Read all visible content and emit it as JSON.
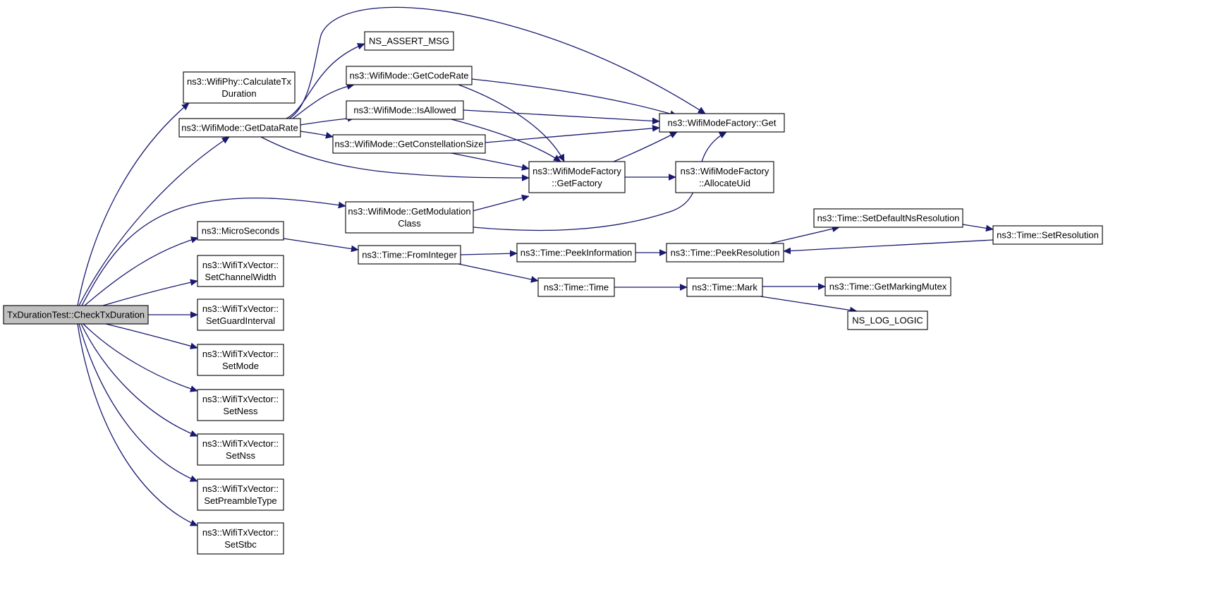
{
  "graph": {
    "nodes": [
      {
        "id": "root",
        "lines": [
          "TxDurationTest::CheckTxDuration"
        ],
        "root": true
      },
      {
        "id": "calc_tx_duration",
        "lines": [
          "ns3::WifiPhy::CalculateTx",
          "Duration"
        ]
      },
      {
        "id": "get_data_rate",
        "lines": [
          "ns3::WifiMode::GetDataRate"
        ]
      },
      {
        "id": "ns_assert_msg",
        "lines": [
          "NS_ASSERT_MSG"
        ]
      },
      {
        "id": "get_code_rate",
        "lines": [
          "ns3::WifiMode::GetCodeRate"
        ]
      },
      {
        "id": "is_allowed",
        "lines": [
          "ns3::WifiMode::IsAllowed"
        ]
      },
      {
        "id": "get_constellation_size",
        "lines": [
          "ns3::WifiMode::GetConstellationSize"
        ]
      },
      {
        "id": "get_modulation_class",
        "lines": [
          "ns3::WifiMode::GetModulation",
          "Class"
        ]
      },
      {
        "id": "factory_get",
        "lines": [
          "ns3::WifiModeFactory::Get"
        ]
      },
      {
        "id": "factory_get_factory",
        "lines": [
          "ns3::WifiModeFactory",
          "::GetFactory"
        ]
      },
      {
        "id": "factory_allocate_uid",
        "lines": [
          "ns3::WifiModeFactory",
          "::AllocateUid"
        ]
      },
      {
        "id": "micro_seconds",
        "lines": [
          "ns3::MicroSeconds"
        ]
      },
      {
        "id": "time_from_integer",
        "lines": [
          "ns3::Time::FromInteger"
        ]
      },
      {
        "id": "time_peek_information",
        "lines": [
          "ns3::Time::PeekInformation"
        ]
      },
      {
        "id": "time_peek_resolution",
        "lines": [
          "ns3::Time::PeekResolution"
        ]
      },
      {
        "id": "time_set_default_ns_resolution",
        "lines": [
          "ns3::Time::SetDefaultNsResolution"
        ]
      },
      {
        "id": "time_set_resolution",
        "lines": [
          "ns3::Time::SetResolution"
        ]
      },
      {
        "id": "time_time",
        "lines": [
          "ns3::Time::Time"
        ]
      },
      {
        "id": "time_mark",
        "lines": [
          "ns3::Time::Mark"
        ]
      },
      {
        "id": "time_get_marking_mutex",
        "lines": [
          "ns3::Time::GetMarkingMutex"
        ]
      },
      {
        "id": "ns_log_logic",
        "lines": [
          "NS_LOG_LOGIC"
        ]
      },
      {
        "id": "set_channel_width",
        "lines": [
          "ns3::WifiTxVector::",
          "SetChannelWidth"
        ]
      },
      {
        "id": "set_guard_interval",
        "lines": [
          "ns3::WifiTxVector::",
          "SetGuardInterval"
        ]
      },
      {
        "id": "set_mode",
        "lines": [
          "ns3::WifiTxVector::",
          "SetMode"
        ]
      },
      {
        "id": "set_ness",
        "lines": [
          "ns3::WifiTxVector::",
          "SetNess"
        ]
      },
      {
        "id": "set_nss",
        "lines": [
          "ns3::WifiTxVector::",
          "SetNss"
        ]
      },
      {
        "id": "set_preamble_type",
        "lines": [
          "ns3::WifiTxVector::",
          "SetPreambleType"
        ]
      },
      {
        "id": "set_stbc",
        "lines": [
          "ns3::WifiTxVector::",
          "SetStbc"
        ]
      }
    ],
    "edges": [
      {
        "from": "root",
        "to": "calc_tx_duration"
      },
      {
        "from": "root",
        "to": "get_data_rate"
      },
      {
        "from": "root",
        "to": "get_modulation_class"
      },
      {
        "from": "root",
        "to": "micro_seconds"
      },
      {
        "from": "root",
        "to": "set_channel_width"
      },
      {
        "from": "root",
        "to": "set_guard_interval"
      },
      {
        "from": "root",
        "to": "set_mode"
      },
      {
        "from": "root",
        "to": "set_ness"
      },
      {
        "from": "root",
        "to": "set_nss"
      },
      {
        "from": "root",
        "to": "set_preamble_type"
      },
      {
        "from": "root",
        "to": "set_stbc"
      },
      {
        "from": "get_data_rate",
        "to": "ns_assert_msg"
      },
      {
        "from": "get_data_rate",
        "to": "get_code_rate"
      },
      {
        "from": "get_data_rate",
        "to": "is_allowed"
      },
      {
        "from": "get_data_rate",
        "to": "get_constellation_size"
      },
      {
        "from": "get_data_rate",
        "to": "factory_get"
      },
      {
        "from": "get_data_rate",
        "to": "factory_get_factory"
      },
      {
        "from": "get_code_rate",
        "to": "factory_get"
      },
      {
        "from": "get_code_rate",
        "to": "factory_get_factory"
      },
      {
        "from": "is_allowed",
        "to": "factory_get"
      },
      {
        "from": "is_allowed",
        "to": "factory_get_factory"
      },
      {
        "from": "get_constellation_size",
        "to": "factory_get"
      },
      {
        "from": "get_constellation_size",
        "to": "factory_get_factory"
      },
      {
        "from": "get_modulation_class",
        "to": "factory_get_factory"
      },
      {
        "from": "get_modulation_class",
        "to": "factory_get"
      },
      {
        "from": "factory_get_factory",
        "to": "factory_get"
      },
      {
        "from": "factory_get_factory",
        "to": "factory_allocate_uid"
      },
      {
        "from": "micro_seconds",
        "to": "time_from_integer"
      },
      {
        "from": "time_from_integer",
        "to": "time_peek_information"
      },
      {
        "from": "time_from_integer",
        "to": "time_time"
      },
      {
        "from": "time_peek_information",
        "to": "time_peek_resolution"
      },
      {
        "from": "time_peek_resolution",
        "to": "time_set_default_ns_resolution"
      },
      {
        "from": "time_set_default_ns_resolution",
        "to": "time_set_resolution"
      },
      {
        "from": "time_set_resolution",
        "to": "time_peek_resolution"
      },
      {
        "from": "time_time",
        "to": "time_mark"
      },
      {
        "from": "time_mark",
        "to": "time_get_marking_mutex"
      },
      {
        "from": "time_mark",
        "to": "ns_log_logic"
      }
    ]
  },
  "colors": {
    "edge": "#191970",
    "node_border": "#000000",
    "node_fill": "#ffffff",
    "root_fill": "#bfbfbf",
    "background": "#ffffff"
  }
}
